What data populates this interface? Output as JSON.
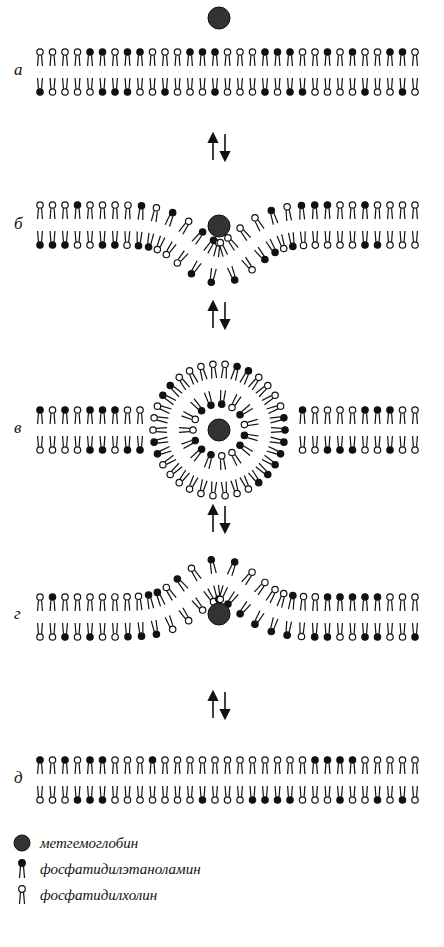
{
  "diagram": {
    "labels": [
      "а",
      "б",
      "в",
      "г",
      "д"
    ],
    "legend": [
      {
        "text": "метгемоглобин"
      },
      {
        "text": "фосфатидилэтаноламин"
      },
      {
        "text": "фосфатидилхолин"
      }
    ]
  }
}
